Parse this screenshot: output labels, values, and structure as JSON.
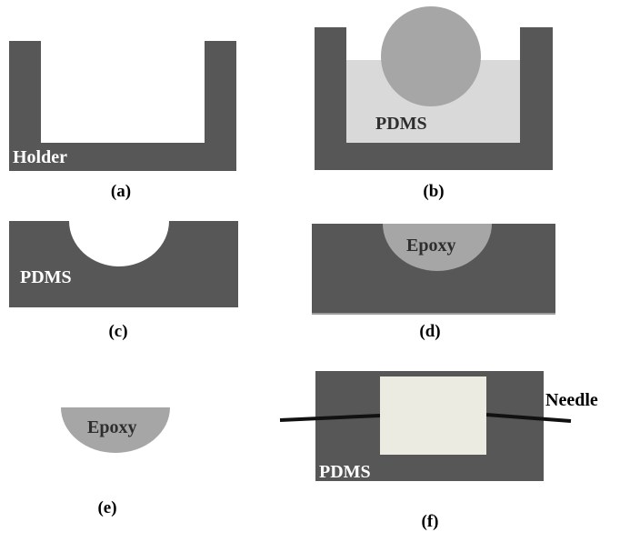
{
  "colors": {
    "holder": "#575757",
    "pdms_dark": "#575757",
    "pdms_light": "#d9d9d9",
    "sphere": "#a6a6a6",
    "epoxy": "#a6a6a6",
    "cavity": "#ffffff",
    "cured_block": "#ecebe2",
    "needle": "#111111",
    "caption_text": "#000000"
  },
  "panels": {
    "a": {
      "caption": "(a)",
      "holder_label": "Holder"
    },
    "b": {
      "caption": "(b)",
      "pdms_label": "PDMS"
    },
    "c": {
      "caption": "(c)",
      "pdms_label": "PDMS"
    },
    "d": {
      "caption": "(d)",
      "epoxy_label": "Epoxy"
    },
    "e": {
      "caption": "(e)",
      "epoxy_label": "Epoxy"
    },
    "f": {
      "caption": "(f)",
      "pdms_label": "PDMS",
      "needle_label": "Needle"
    }
  }
}
